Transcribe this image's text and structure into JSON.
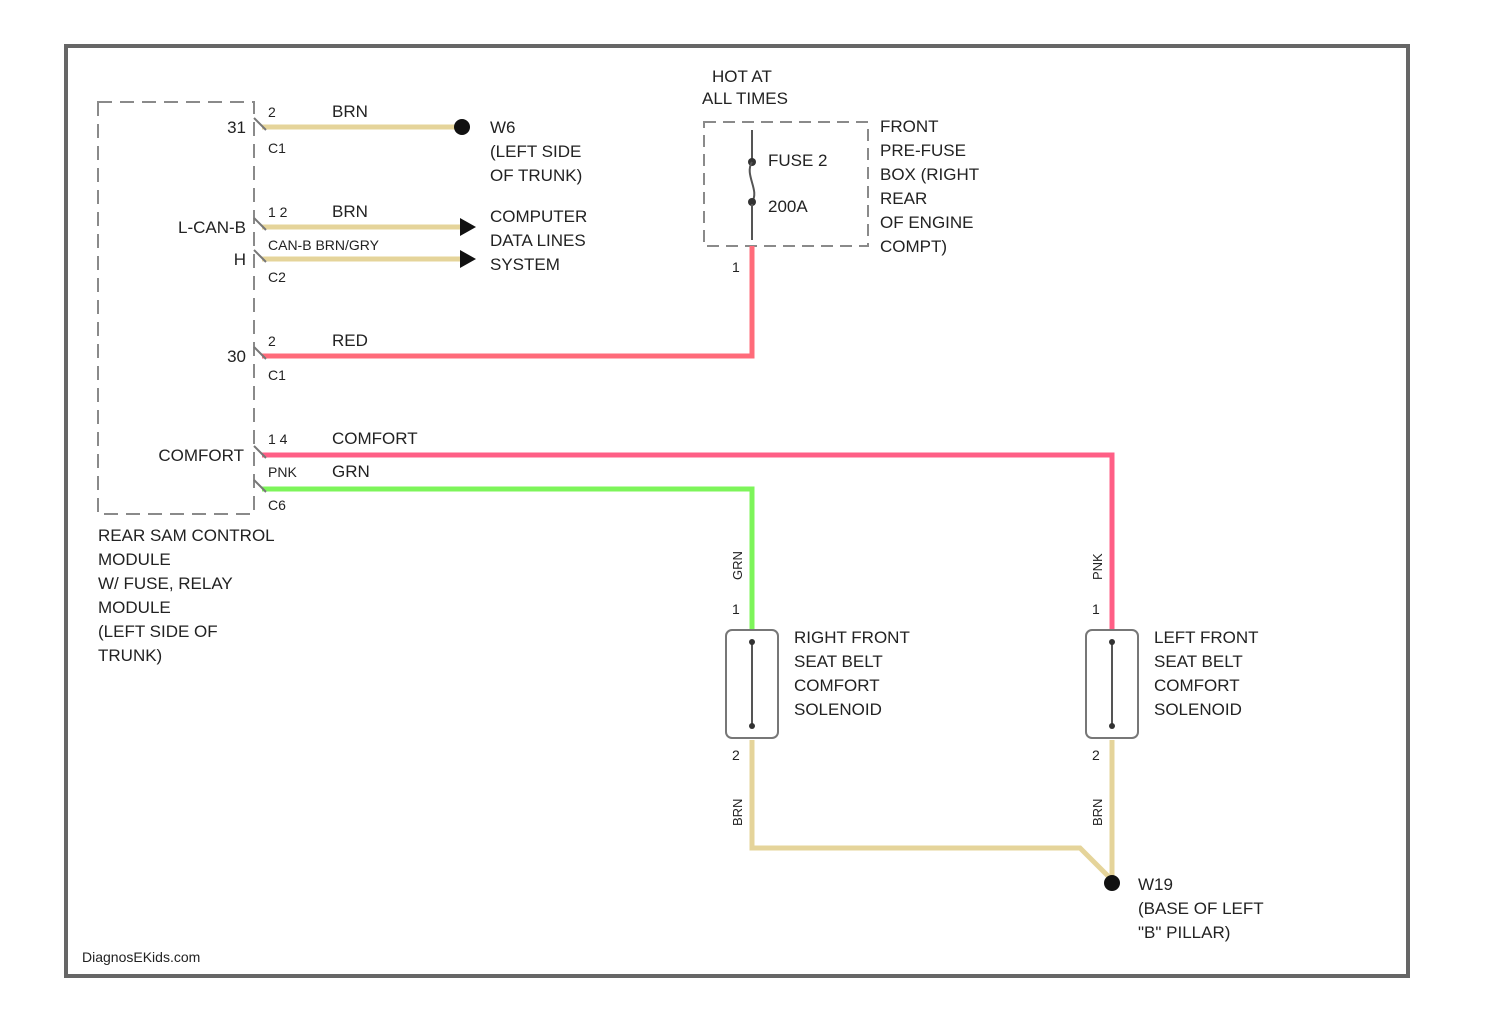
{
  "colors": {
    "frame": "#666666",
    "dash": "#8a8a8a",
    "brn": "#e5d49a",
    "red": "#ff6b7a",
    "pnk": "#ff5f86",
    "grn": "#7df55a",
    "text": "#222222"
  },
  "hot_label": [
    "HOT AT",
    "ALL TIMES"
  ],
  "fuse": {
    "name": "FUSE 2",
    "rating": "200A",
    "box_label": [
      "FRONT",
      "PRE-FUSE",
      "BOX (RIGHT",
      "REAR",
      "OF ENGINE",
      "COMPT)"
    ],
    "pin": "1"
  },
  "module": {
    "label": [
      "REAR SAM CONTROL",
      "MODULE",
      "W/ FUSE, RELAY",
      "MODULE",
      "(LEFT SIDE OF",
      "TRUNK)"
    ],
    "pins": {
      "ground": "31",
      "l_can": "L-CAN-B",
      "h_can": "H",
      "battery": "30",
      "comfort": "COMFORT"
    }
  },
  "wires": {
    "ground": {
      "pin": "2",
      "color": "BRN",
      "conn": "C1"
    },
    "can": {
      "pin": "1 2",
      "color": "BRN",
      "second": "CAN-B BRN/GRY",
      "conn": "C2"
    },
    "battery": {
      "pin": "2",
      "color": "RED",
      "conn": "C1"
    },
    "comfort": {
      "pin": "1 4",
      "label": "COMFORT",
      "pnk": "PNK",
      "grn": "GRN",
      "conn": "C6"
    }
  },
  "ground_g1": {
    "id": "W6",
    "desc": [
      "(LEFT SIDE",
      "OF TRUNK)"
    ]
  },
  "data_lines": [
    "COMPUTER",
    "DATA LINES",
    "SYSTEM"
  ],
  "right_solenoid": [
    "RIGHT FRONT",
    "SEAT BELT",
    "COMFORT",
    "SOLENOID"
  ],
  "left_solenoid": [
    "LEFT FRONT",
    "SEAT BELT",
    "COMFORT",
    "SOLENOID"
  ],
  "vertical_labels": {
    "right_top": "GRN",
    "left_top": "PNK",
    "right_bottom": "BRN",
    "left_bottom": "BRN"
  },
  "pin_labels": {
    "top": "1",
    "bottom": "2"
  },
  "ground_g2": {
    "id": "W19",
    "desc": [
      "(BASE OF LEFT",
      "\"B\" PILLAR)"
    ]
  },
  "watermark": "DiagnosEKids.com"
}
